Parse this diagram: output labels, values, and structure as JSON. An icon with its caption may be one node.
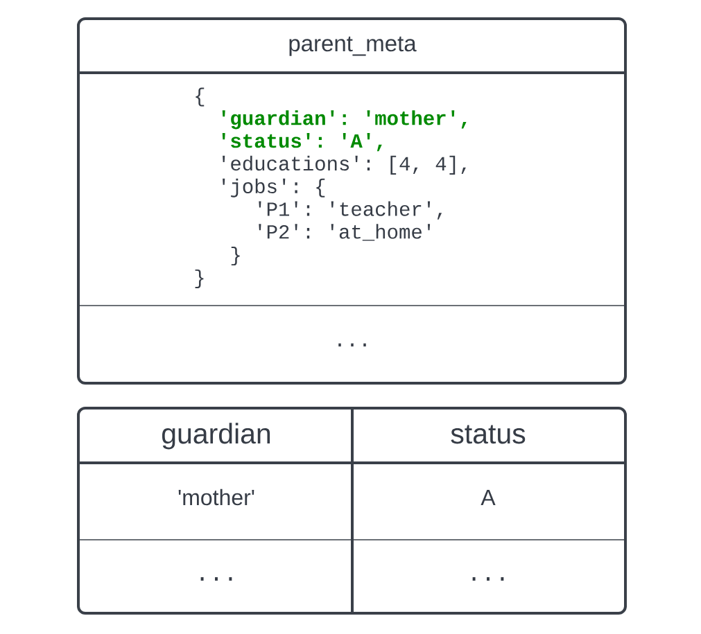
{
  "diagram": {
    "nodes": [
      {
        "text": [
          "parent_meta"
        ]
      },
      {
        "text": [
          "{",
          "'guardian': 'mother',",
          "'status': 'A',",
          "'educations': [4, 4],",
          "'jobs': {",
          "'P1': 'teacher',",
          "'P2': 'at_home'",
          "}",
          "}"
        ],
        "in": 0
      },
      {
        "text": [
          "..."
        ],
        "in": 0
      },
      {
        "text": [],
        "shape": "box"
      },
      {
        "text": [
          "guardian"
        ],
        "in": 3
      },
      {
        "text": [
          "status"
        ],
        "in": 3
      },
      {
        "text": [
          "'mother'"
        ],
        "in": 3
      },
      {
        "text": [
          "A"
        ],
        "in": 3
      },
      {
        "text": [
          "..."
        ],
        "in": 3
      },
      {
        "text": [
          "..."
        ],
        "in": 3
      }
    ]
  }
}
